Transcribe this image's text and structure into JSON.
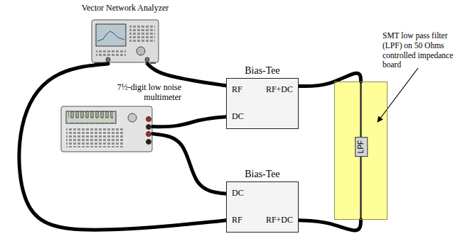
{
  "diagram": {
    "nodes": [
      {
        "text": [
          "Vector Network Analyzer"
        ]
      },
      {
        "text": [
          "Bias-Tee",
          "RF",
          "RF+DC",
          "DC"
        ]
      },
      {
        "text": [
          "7½-digit low noise multimeter"
        ]
      },
      {
        "text": [
          "Bias-Tee",
          "DC",
          "RF",
          "RF+DC"
        ]
      },
      {
        "text": [
          "LPF"
        ]
      }
    ],
    "edges": [
      {
        "from": 0,
        "to": 1,
        "arrow": "none"
      },
      {
        "from": 0,
        "to": 3,
        "arrow": "none"
      },
      {
        "from": 1,
        "to": 2,
        "arrow": "none"
      },
      {
        "from": 2,
        "to": 3,
        "arrow": "none"
      },
      {
        "from": 1,
        "to": 4,
        "arrow": "none"
      },
      {
        "from": 3,
        "to": 4,
        "arrow": "none"
      }
    ],
    "labels": [
      "SMT low pass filter (LPF) on 50 Ohms controlled impedance board"
    ]
  }
}
